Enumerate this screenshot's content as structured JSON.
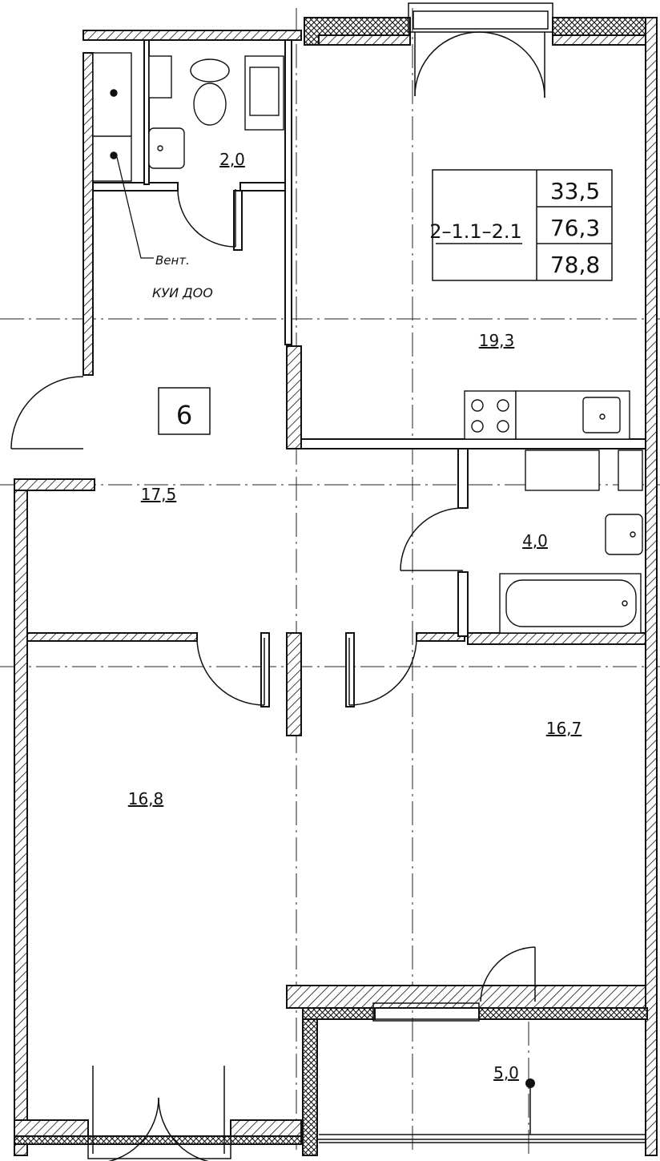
{
  "apartment": {
    "code": "2–1.1–2.1",
    "living_area": "33,5",
    "total_area": "76,3",
    "total_with_balcony": "78,8",
    "section_label": "6"
  },
  "rooms": {
    "bathroom_wc": "2,0",
    "kitchen_living": "19,3",
    "hall": "17,5",
    "bathroom": "4,0",
    "bedroom_left": "16,8",
    "bedroom_right": "16,7",
    "balcony": "5,0"
  },
  "annotation": {
    "vent_line1": "Вент.",
    "vent_line2": "КУИ ДОО"
  }
}
